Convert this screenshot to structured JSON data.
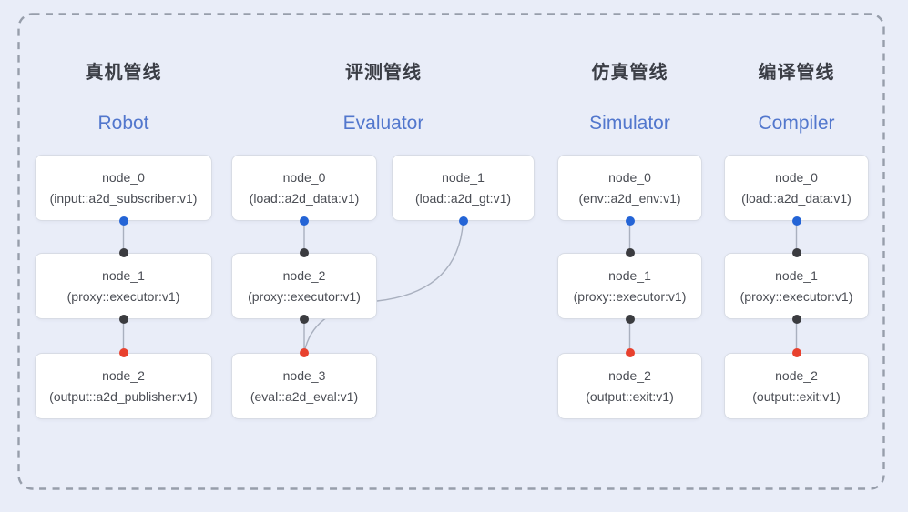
{
  "pipelines": [
    {
      "id": "robot",
      "title_zh": "真机管线",
      "title_en": "Robot",
      "nodes": [
        {
          "name": "node_0",
          "type": "(input::a2d_subscriber:v1)"
        },
        {
          "name": "node_1",
          "type": "(proxy::executor:v1)"
        },
        {
          "name": "node_2",
          "type": "(output::a2d_publisher:v1)"
        }
      ]
    },
    {
      "id": "evaluator",
      "title_zh": "评测管线",
      "title_en": "Evaluator",
      "nodes": [
        {
          "name": "node_0",
          "type": "(load::a2d_data:v1)"
        },
        {
          "name": "node_1",
          "type": "(load::a2d_gt:v1)"
        },
        {
          "name": "node_2",
          "type": "(proxy::executor:v1)"
        },
        {
          "name": "node_3",
          "type": "(eval::a2d_eval:v1)"
        }
      ]
    },
    {
      "id": "simulator",
      "title_zh": "仿真管线",
      "title_en": "Simulator",
      "nodes": [
        {
          "name": "node_0",
          "type": "(env::a2d_env:v1)"
        },
        {
          "name": "node_1",
          "type": "(proxy::executor:v1)"
        },
        {
          "name": "node_2",
          "type": "(output::exit:v1)"
        }
      ]
    },
    {
      "id": "compiler",
      "title_zh": "编译管线",
      "title_en": "Compiler",
      "nodes": [
        {
          "name": "node_0",
          "type": "(load::a2d_data:v1)"
        },
        {
          "name": "node_1",
          "type": "(proxy::executor:v1)"
        },
        {
          "name": "node_2",
          "type": "(output::exit:v1)"
        }
      ]
    }
  ],
  "colors": {
    "background": "#e9edf8",
    "dashed_border": "#979eab",
    "edge_line": "#a9b0bf",
    "node_border": "#d8dce5",
    "dot_blue": "#2464d6",
    "dot_black": "#3b3c40",
    "dot_red": "#e8412e",
    "title_zh_color": "#3b3e46",
    "title_en_color": "#5277cd",
    "node_text_color": "#4a4d54"
  }
}
